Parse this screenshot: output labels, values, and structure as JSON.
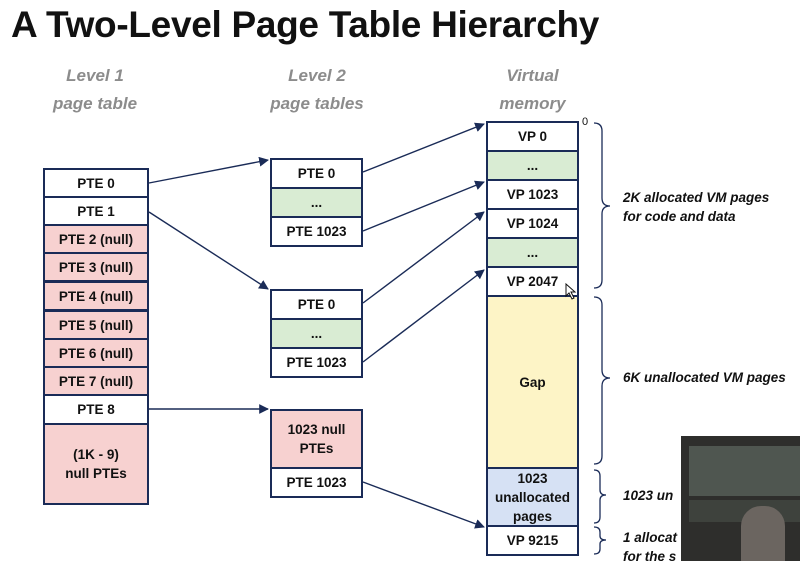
{
  "title": "A Two-Level Page Table Hierarchy",
  "headers": {
    "level1": [
      "Level 1",
      "page table"
    ],
    "level2": [
      "Level 2",
      "page tables"
    ],
    "vm": [
      "Virtual",
      "memory"
    ]
  },
  "level1_cells": [
    "PTE 0",
    "PTE 1",
    "PTE 2 (null)",
    "PTE 3 (null)",
    "PTE 4 (null)",
    "PTE 5 (null)",
    "PTE 6 (null)",
    "PTE 7 (null)",
    "PTE 8",
    "(1K - 9)",
    "null PTEs"
  ],
  "level2_table_a": [
    "PTE 0",
    "...",
    "PTE 1023"
  ],
  "level2_table_b": [
    "PTE 0",
    "...",
    "PTE 1023"
  ],
  "level2_table_c": [
    "1023 null",
    "PTEs",
    "PTE 1023"
  ],
  "vm_cells": [
    "VP 0",
    "...",
    "VP 1023",
    "VP 1024",
    "...",
    "VP 2047",
    "Gap",
    "1023",
    "unallocated",
    "pages",
    "VP 9215"
  ],
  "vm_zero_label": "0",
  "annotations": {
    "alloc_2k": [
      "2K allocated VM pages",
      "for code and data"
    ],
    "unalloc_6k": "6K unallocated VM pages",
    "unalloc_1023": "1023 un",
    "alloc_1": [
      "1 allocat",
      "for the s"
    ]
  },
  "colors": {
    "border": "#1a2b57",
    "null_pte": "#f7d1d0",
    "ellipsis": "#d9ecd3",
    "gap": "#fdf4c6",
    "unallocated": "#d6e1f4"
  }
}
